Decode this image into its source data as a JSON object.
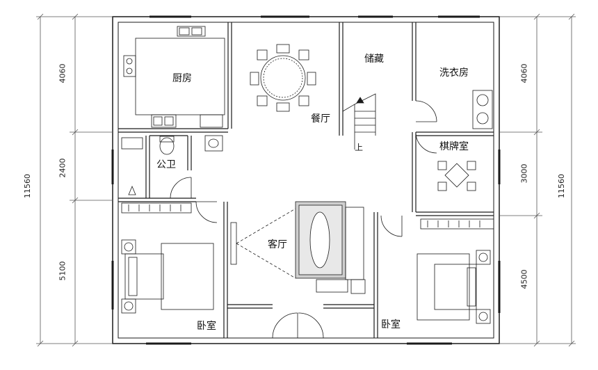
{
  "rooms": {
    "kitchen": "厨房",
    "storage": "储藏",
    "laundry": "洗衣房",
    "dining": "餐厅",
    "mahjong_room": "棋牌室",
    "public_bath": "公卫",
    "living": "客厅",
    "bedroom_left": "卧室",
    "bedroom_right": "卧室"
  },
  "stair_label": "上",
  "dimensions": {
    "left_total": "11560",
    "left_top": "4060",
    "left_mid": "2400",
    "left_bottom": "5100",
    "right_total": "11560",
    "right_top": "4060",
    "right_mid": "3000",
    "right_bottom": "4500"
  },
  "colors": {
    "line": "#1a1a1a",
    "dim_line": "#555555"
  }
}
